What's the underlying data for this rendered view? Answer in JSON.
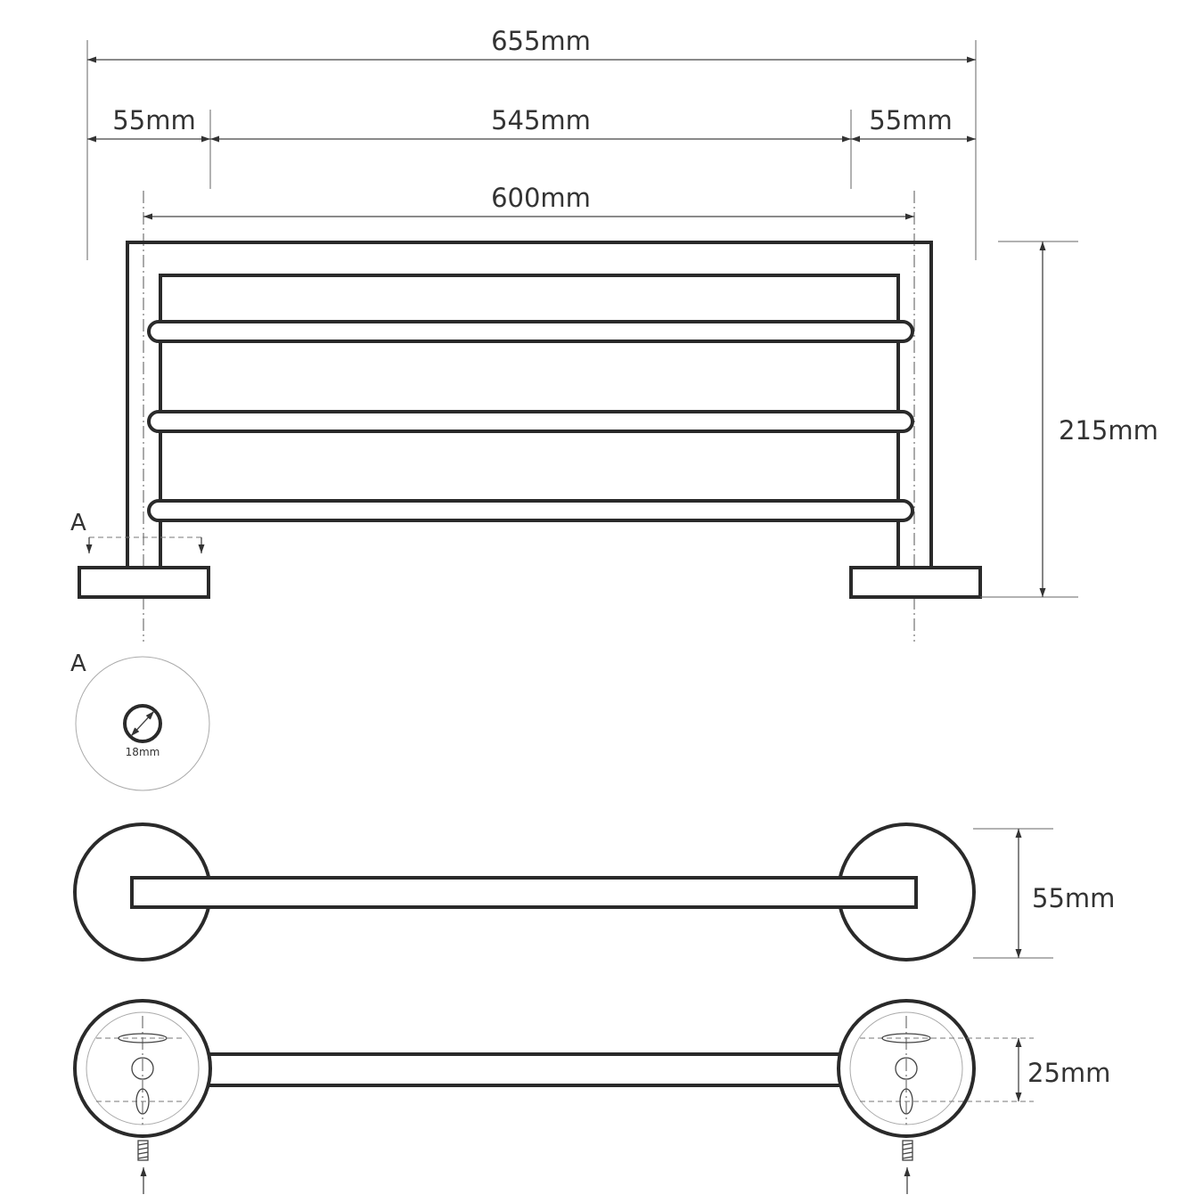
{
  "dimensions": {
    "overall_width": "655mm",
    "left_offset": "55mm",
    "middle_span": "545mm",
    "right_offset": "55mm",
    "center_span": "600mm",
    "height": "215mm",
    "depth": "55mm",
    "tube_diameter": "18mm",
    "screw_spacing": "25mm"
  },
  "labels": {
    "section_marker": "A",
    "detail_title": "A"
  }
}
